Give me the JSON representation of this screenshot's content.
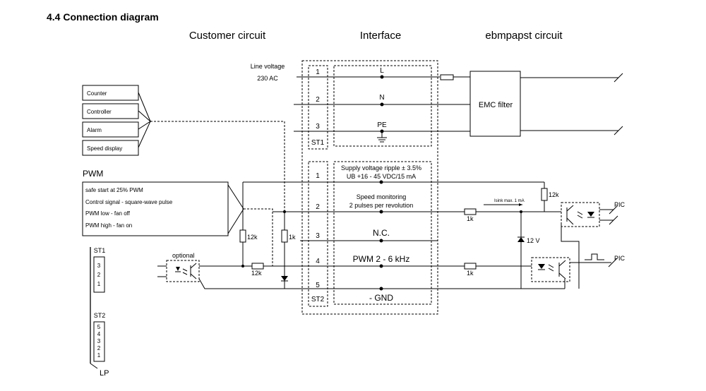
{
  "heading": "4.4 Connection diagram",
  "sections": {
    "customer": "Customer circuit",
    "interface": "Interface",
    "ebm": "ebmpapst circuit"
  },
  "line_voltage": {
    "line1": "Line voltage",
    "line2": "230 AC"
  },
  "signal_boxes": [
    "Counter",
    "Controller",
    "Alarm",
    "Speed display"
  ],
  "pwm": {
    "title": "PWM",
    "lines": [
      "safe start at 25% PWM",
      "Control signal - square-wave pulse",
      "PWM low - fan off",
      "PWM high - fan on"
    ]
  },
  "st1": {
    "name": "ST1",
    "pins": [
      "1",
      "2",
      "3"
    ],
    "labels": [
      "L",
      "N",
      "PE"
    ]
  },
  "st2": {
    "name": "ST2",
    "pins": [
      "1",
      "2",
      "3",
      "4",
      "5"
    ],
    "labels": {
      "p1a": "Supply voltage ripple ± 3.5%",
      "p1b": "UB +16 - 45 VDC/15 mA",
      "p2a": "Speed monitoring",
      "p2b": "2 pulses per revolution",
      "p3": "N.C.",
      "p4": "PWM 2 - 6 kHz",
      "p5": "- GND"
    }
  },
  "emc_filter": "EMC filter",
  "components": {
    "r12k_customer": "12k",
    "r1k_customer": "1k",
    "r12k_pwm": "12k",
    "optional": "optional",
    "r1k_speed": "1k",
    "r1k_pwm": "1k",
    "r12k_ebm": "12k",
    "zener": "12 V",
    "isink": "Isink max. 1 mA",
    "pic_top": "PIC",
    "pic_bottom": "PIC"
  },
  "connector_side": {
    "st1": "ST1",
    "st1_pins": [
      "3",
      "2",
      "1"
    ],
    "st2": "ST2",
    "st2_pins": [
      "5",
      "4",
      "3",
      "2",
      "1"
    ],
    "lp": "LP"
  }
}
